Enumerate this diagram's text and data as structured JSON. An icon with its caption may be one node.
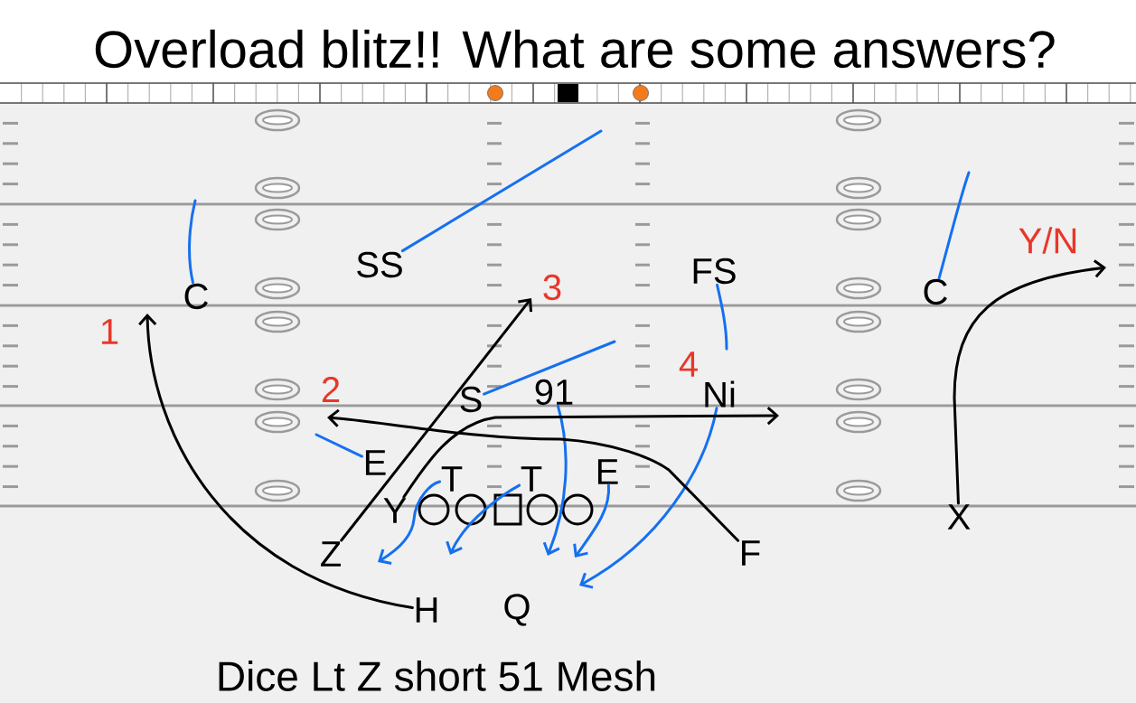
{
  "diagram": {
    "title": "Overload blitz!! What are some answers?",
    "caption": "Dice Lt Z short 51 Mesh",
    "nodes": [
      {
        "text": [
          "C"
        ]
      },
      {
        "text": [
          "SS"
        ]
      },
      {
        "text": [
          "FS"
        ]
      },
      {
        "text": [
          "C"
        ]
      },
      {
        "text": [
          "S"
        ]
      },
      {
        "text": [
          "91"
        ]
      },
      {
        "text": [
          "Ni"
        ]
      },
      {
        "text": [
          "E"
        ]
      },
      {
        "text": [
          "T"
        ]
      },
      {
        "text": [
          "T"
        ]
      },
      {
        "text": [
          "E"
        ]
      },
      {
        "text": [
          "Y"
        ]
      },
      {
        "text": [],
        "shape": "circle"
      },
      {
        "text": [],
        "shape": "circle"
      },
      {
        "text": [],
        "shape": "box"
      },
      {
        "text": [],
        "shape": "circle"
      },
      {
        "text": [],
        "shape": "circle"
      },
      {
        "text": [
          "X"
        ]
      },
      {
        "text": [
          "Z"
        ]
      },
      {
        "text": [
          "F"
        ]
      },
      {
        "text": [
          "H"
        ]
      },
      {
        "text": [
          "Q"
        ]
      }
    ],
    "edges": [
      {
        "from": 0,
        "to": null,
        "arrow": "none"
      },
      {
        "from": 1,
        "to": null,
        "arrow": "none"
      },
      {
        "from": 2,
        "to": null,
        "arrow": "none"
      },
      {
        "from": 3,
        "to": null,
        "arrow": "none"
      },
      {
        "from": 4,
        "to": null,
        "arrow": "none"
      },
      {
        "from": 7,
        "to": null,
        "arrow": "none"
      },
      {
        "from": 8,
        "to": null,
        "arrow": "to"
      },
      {
        "from": 9,
        "to": null,
        "arrow": "to"
      },
      {
        "from": 5,
        "to": null,
        "arrow": "to"
      },
      {
        "from": 10,
        "to": null,
        "arrow": "to"
      },
      {
        "from": 6,
        "to": null,
        "arrow": "to"
      },
      {
        "from": 20,
        "to": null,
        "arrow": "to",
        "label": "1",
        "color": "#000000"
      },
      {
        "from": 19,
        "to": null,
        "arrow": "to",
        "label": "2",
        "color": "#000000"
      },
      {
        "from": 18,
        "to": null,
        "arrow": "to",
        "label": "3",
        "color": "#000000"
      },
      {
        "from": 11,
        "to": null,
        "arrow": "to",
        "label": "4",
        "color": "#000000"
      },
      {
        "from": 17,
        "to": null,
        "arrow": "to",
        "label": "Y/N",
        "color": "#000000"
      }
    ]
  }
}
